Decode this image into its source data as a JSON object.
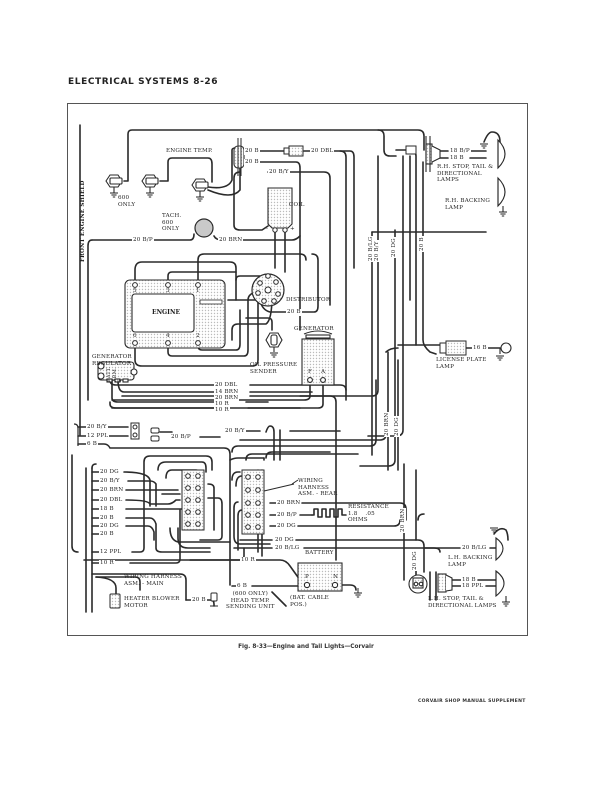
{
  "page": {
    "header": "ELECTRICAL SYSTEMS 8-26",
    "caption": "Fig. 8-33—Engine and Tail Lights—Corvair",
    "footer": "CORVAIR SHOP MANUAL SUPPLEMENT"
  },
  "components": {
    "front_engine_shield": "FRONT ENGINE SHIELD",
    "sender_600_only": "600\nONLY",
    "engine_temp": "ENGINE TEMP.",
    "tach": "TACH.\n600\nONLY",
    "coil": "COIL",
    "coil_minus": "-",
    "coil_plus": "+",
    "engine": "ENGINE",
    "distributor": "DISTRIBUTOR",
    "oil_pressure_sender": "OIL PRESSURE\nSENDER",
    "generator": "GENERATOR",
    "generator_terminal_f": "F",
    "generator_terminal_a": "A",
    "generator_regulator": "GENERATOR\nREGULATOR",
    "regulator_terminals": "BATT.\nARM.\nF",
    "rh_stop_tail": "R.H. STOP, TAIL &\nDIRECTIONAL\nLAMPS",
    "rh_backing": "R.H. BACKING\nLAMP",
    "license_plate": "LICENSE PLATE\nLAMP",
    "wiring_harness_rear": "WIRING\nHARNESS\nASM. - REAR",
    "resistance": "RESISTANCE\n1.8    .05\nOHMS",
    "battery": "BATTERY",
    "battery_p": "P",
    "battery_n": "N",
    "bat_cable": "(BAT. CABLE\nPOS.)",
    "head_temp": "(600 ONLY)\nHEAD TEMP.\nSENDING UNIT",
    "wiring_harness_main": "WIRING HARNESS\nASM. - MAIN",
    "heater_blower": "HEATER BLOWER\nMOTOR",
    "lh_backing": "L.H. BACKING\nLAMP",
    "lh_stop_tail": "L.H. STOP, TAIL &\nDIRECTIONAL LAMPS",
    "cyl_top": [
      "5",
      "3",
      "1"
    ],
    "cyl_bottom": [
      "6",
      "4",
      "2"
    ]
  },
  "wire_labels": {
    "w20b_1": "20 B",
    "w20dbl_1": "20 DBL",
    "w20b_2": "20 B",
    "w20by_1": "20 B/Y",
    "w20bp_tach": "20 B/P",
    "w20brn_tach": "20 BRN",
    "w20b_dist": "20 B",
    "w18bp_rh": "18 B/P",
    "w18b_rh": "18 B",
    "v20blg": "20 B/LG",
    "v20by": "20 B/Y",
    "v20dg": "20 DG",
    "v20b": "20 B",
    "w16b_lic": "16 B",
    "v20brn_mid": "20 BRN",
    "v20dg_mid": "20 DG",
    "reg_20dbl": "20 DBL",
    "reg_14brn": "14 BRN",
    "reg_20brn": "20 BRN",
    "reg_10r_1": "10 R",
    "reg_10r_2": "10 R",
    "left_20by": "20 B/Y",
    "left_12ppl": "12 PPL",
    "left_6b": "6 B",
    "conn_20bp": "20 B/P",
    "mid_20by": "20 B/Y",
    "main": [
      "20 DG",
      "20 B/Y",
      "20 BRN",
      "20 DBL",
      "18 B",
      "20 B",
      "20 DG",
      "20 B",
      "12 PPL",
      "10 R"
    ],
    "rear": [
      "20 BRN",
      "20 B/P",
      "20 DG",
      "20 DG",
      "20 B/LG"
    ],
    "w10r_bat": "10 R",
    "w6b_head": "6 B",
    "w20b_heater": "20 B",
    "v20brn_low": "20 BRN",
    "v20dg_low": "20 DG",
    "w20blg_lh": "20 B/LG",
    "w18b_lh": "18 B",
    "w18ppl_lh": "18 PPL"
  }
}
